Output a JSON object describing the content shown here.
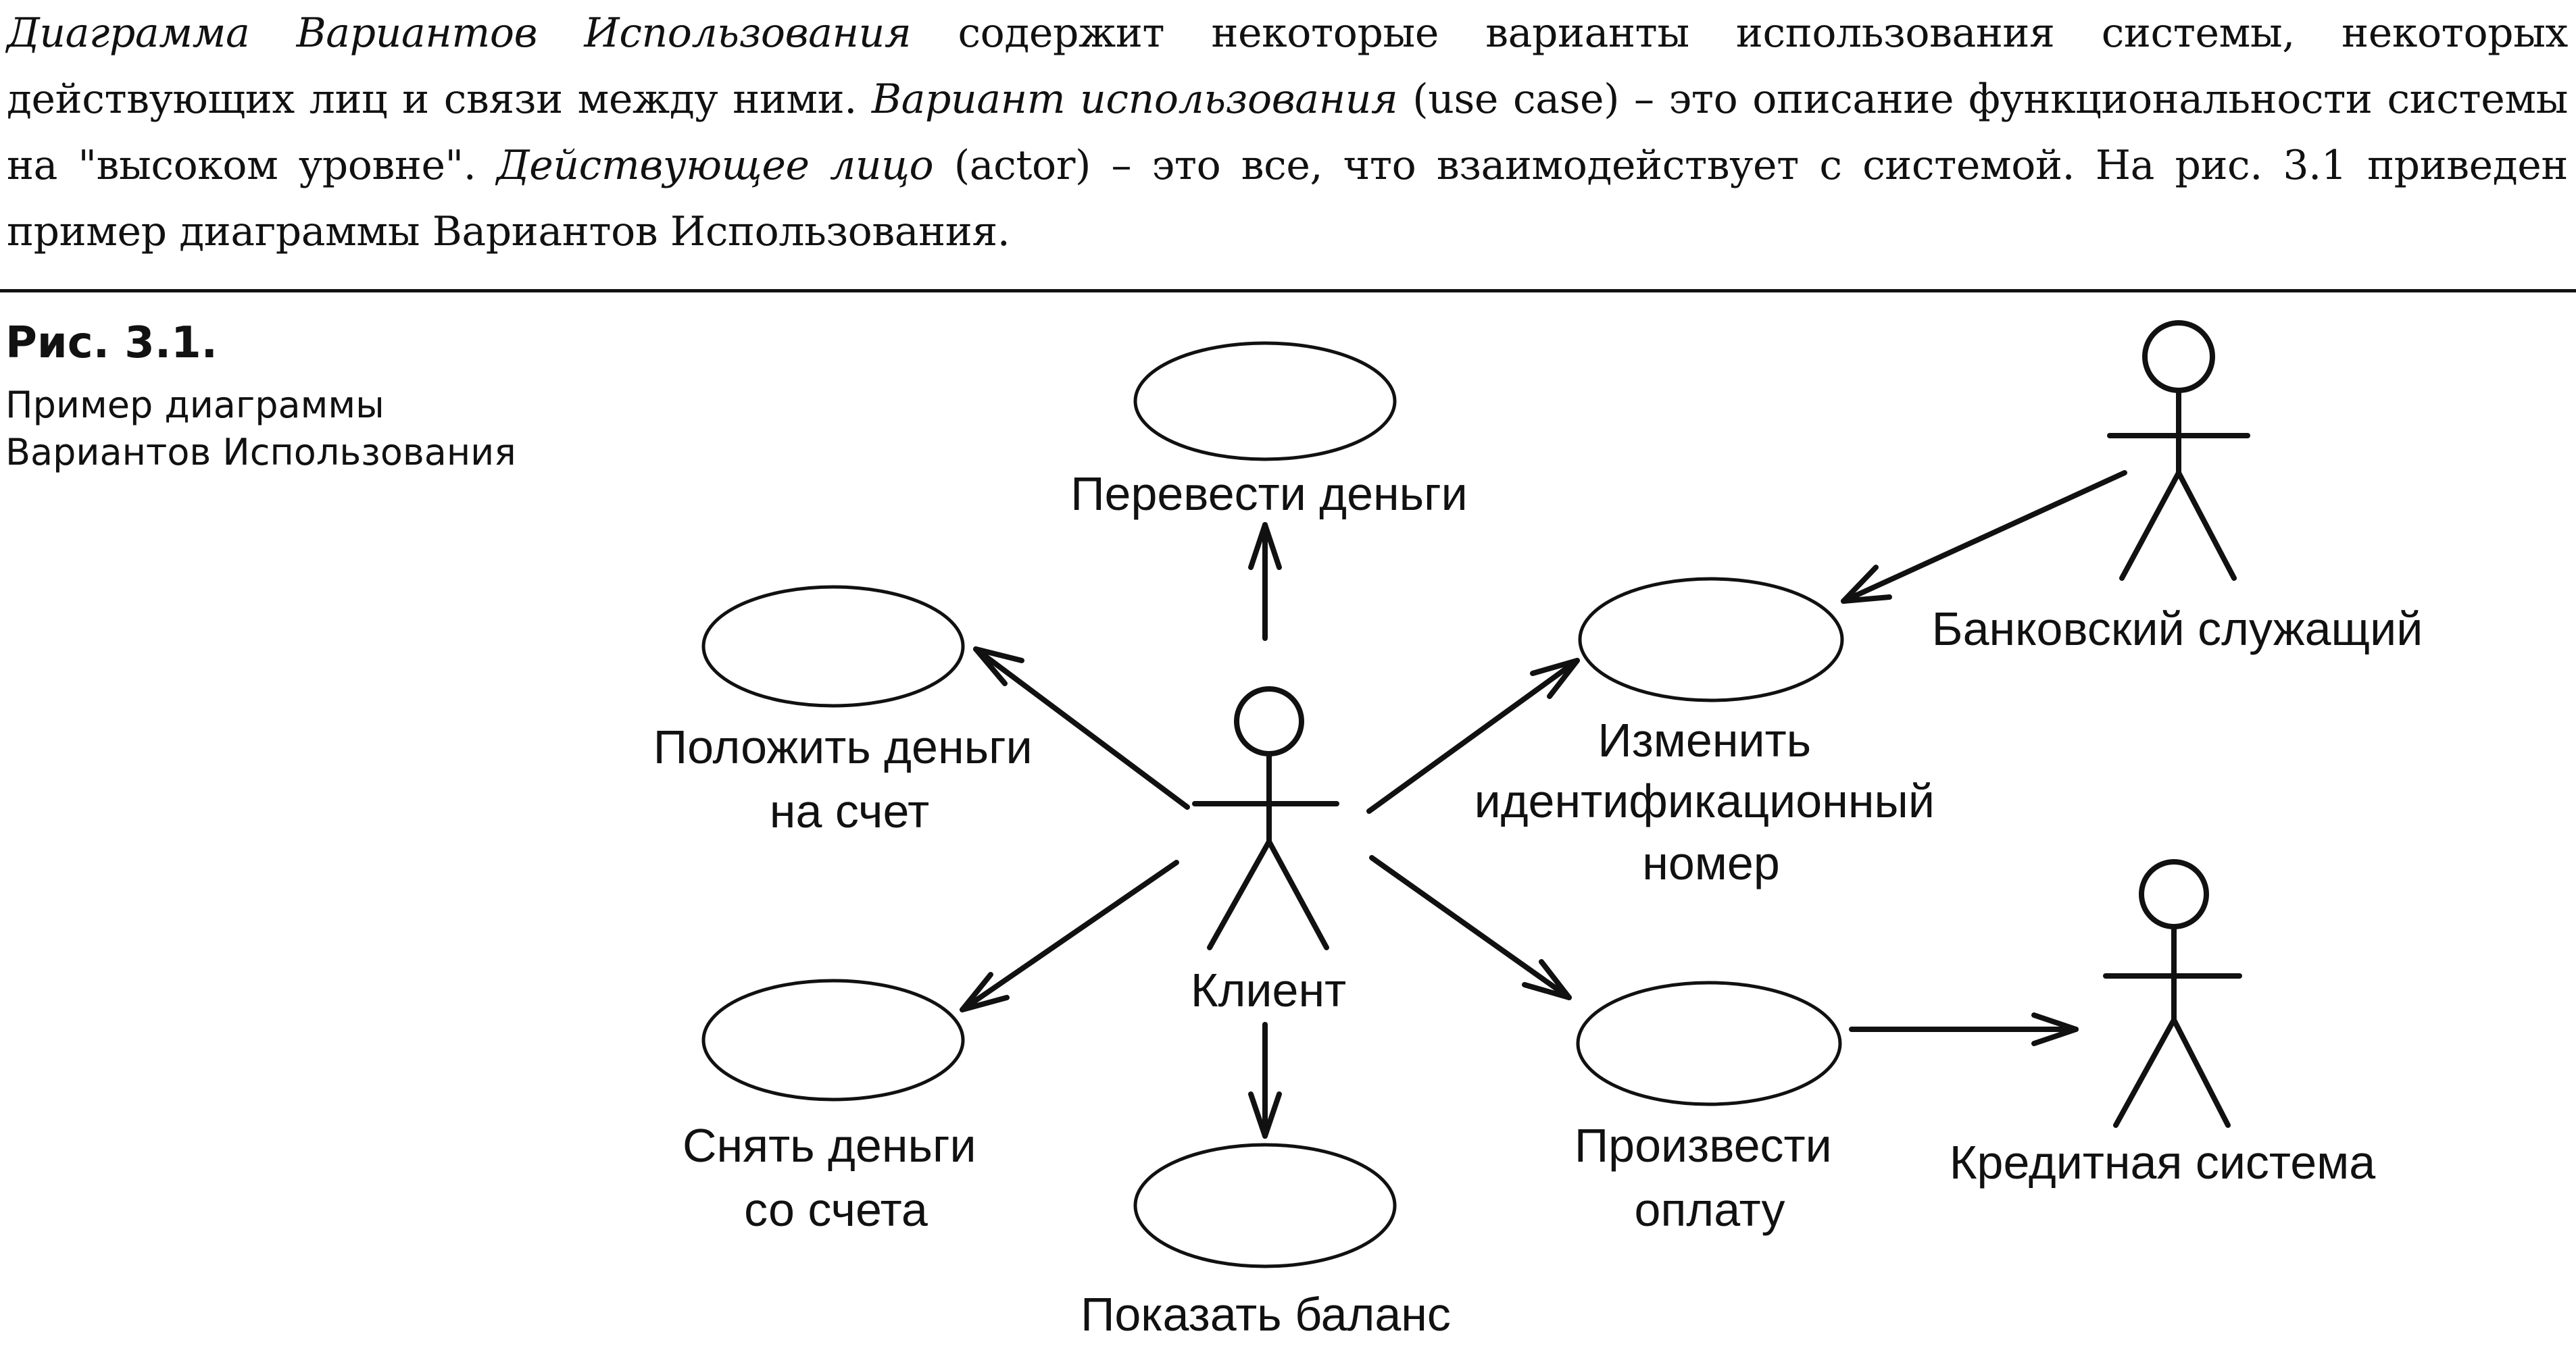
{
  "intro": {
    "term_diagram": "Диаграмма Вариантов Использования",
    "sentence1_rest": " содержит некоторые варианты использования системы, некоторых действующих лиц и связи между ними. ",
    "term_use_case": "Вариант использования",
    "sentence2_rest": " (use case) – это описание функциональности системы на \"высоком уровне\". ",
    "term_actor": "Действующее лицо",
    "sentence3_rest": " (actor) – это все, что взаимодействует с системой. На рис. 3.1 приведен пример диаграммы Вариантов Использования."
  },
  "figure": {
    "number": "Рис. 3.1.",
    "caption": "Пример диаграммы Вариантов Использования"
  },
  "diagram": {
    "actors": {
      "client": "Клиент",
      "bank_employee": "Банковский служащий",
      "credit_system": "Кредитная система"
    },
    "use_cases": {
      "transfer": "Перевести деньги",
      "deposit": [
        "Положить деньги",
        "на счет"
      ],
      "withdraw": [
        "Снять деньги",
        "со счета"
      ],
      "balance": "Показать баланс",
      "change_pin": [
        "Изменить",
        "идентификационный",
        "номер"
      ],
      "pay": [
        "Произвести",
        "оплату"
      ]
    }
  }
}
